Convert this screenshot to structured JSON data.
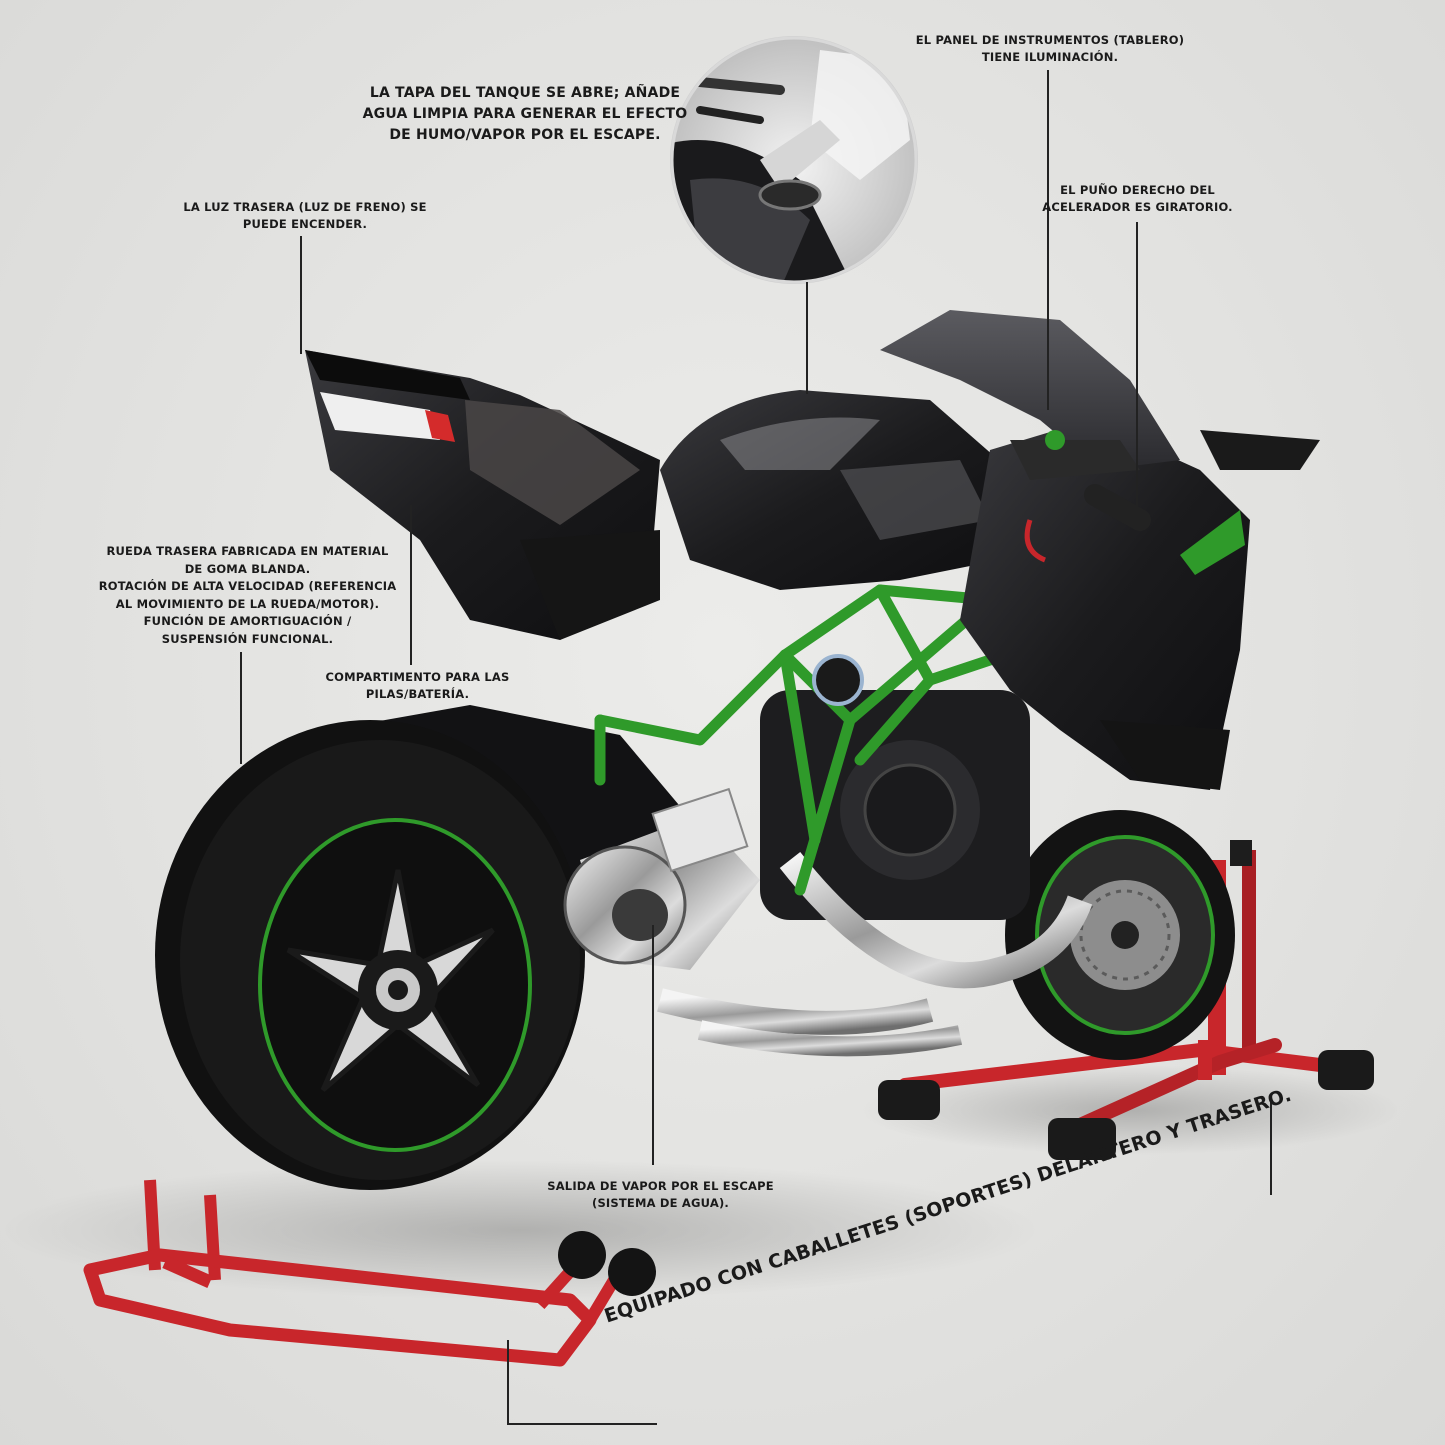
{
  "callouts": {
    "tank": "LA TAPA DEL TANQUE SE ABRE; AÑADE\nAGUA LIMPIA PARA GENERAR EL EFECTO\nDE HUMO/VAPOR POR EL ESCAPE.",
    "dash": "EL PANEL DE INSTRUMENTOS (TABLERO)\nTIENE ILUMINACIÓN.",
    "tail_light": "LA LUZ TRASERA (LUZ DE FRENO) SE\nPUEDE ENCENDER.",
    "throttle": "EL PUÑO DERECHO DEL\nACELERADOR ES GIRATORIO.",
    "rear_wheel": "RUEDA TRASERA FABRICADA EN MATERIAL\nDE GOMA BLANDA.\nROTACIÓN DE ALTA VELOCIDAD (REFERENCIA\nAL MOVIMIENTO DE LA RUEDA/MOTOR).\nFUNCIÓN DE AMORTIGUACIÓN /\nSUSPENSIÓN FUNCIONAL.",
    "battery": "COMPARTIMENTO PARA LAS\nPILAS/BATERÍA.",
    "exhaust": "SALIDA DE VAPOR POR EL ESCAPE\n(SISTEMA DE AGUA).",
    "stands": "EQUIPADO CON CABALLETES (SOPORTES) DELANTERO Y TRASERO."
  },
  "colors": {
    "frame_green": "#2f9a2a",
    "stand_red": "#c8262b",
    "body_black": "#1b1b1d",
    "background": "#e3e3e1"
  }
}
